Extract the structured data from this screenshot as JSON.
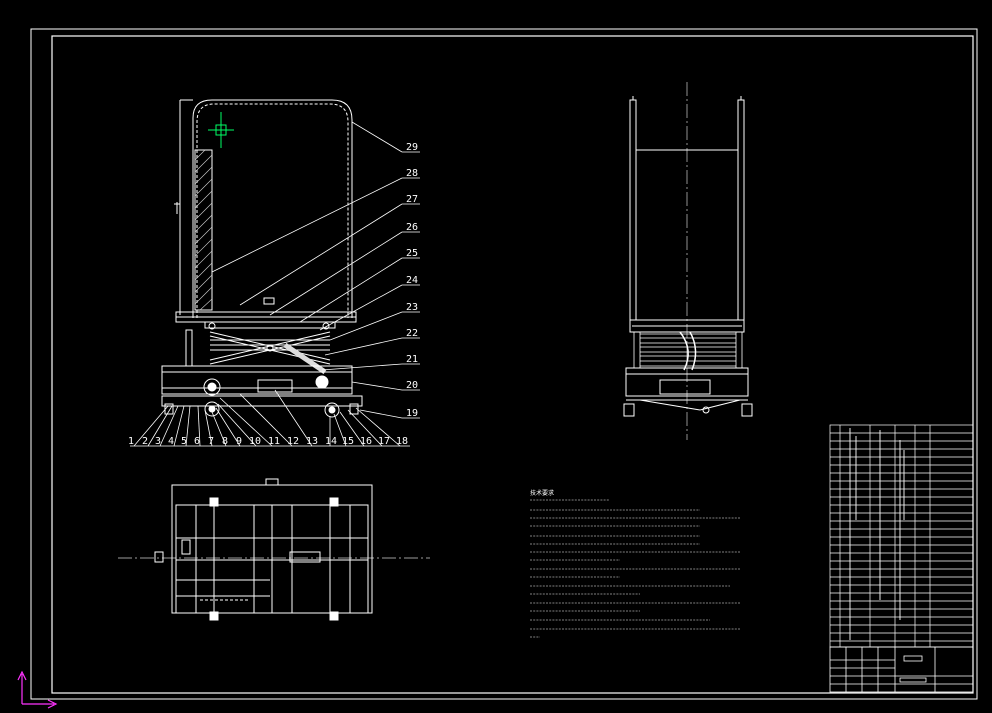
{
  "drawing": {
    "colors": {
      "background": "#000000",
      "line": "#ffffff",
      "hatch": "#cccccc",
      "cursor": "#00ff66",
      "ucs": "#ff33ff",
      "centerline": "#cfcfcf"
    },
    "balloons_right": [
      "29",
      "28",
      "27",
      "26",
      "25",
      "24",
      "23",
      "22",
      "21",
      "20",
      "19"
    ],
    "balloons_bottom": [
      "1",
      "2",
      "3",
      "4",
      "5",
      "6",
      "7",
      "8",
      "9",
      "10",
      "11",
      "12",
      "13",
      "14",
      "15",
      "16",
      "17",
      "18"
    ],
    "notes_heading": "技术要求"
  }
}
